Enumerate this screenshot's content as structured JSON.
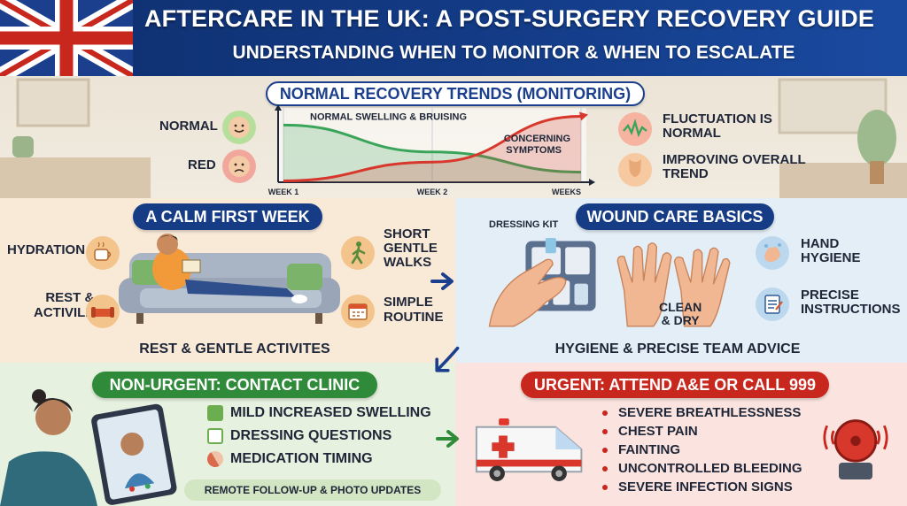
{
  "header": {
    "title": "AFTERCARE IN THE UK: A POST-SURGERY RECOVERY GUIDE",
    "subtitle": "UNDERSTANDING WHEN TO MONITOR & WHEN TO ESCALATE"
  },
  "trends": {
    "heading": "NORMAL RECOVERY TRENDS (MONITORING)",
    "legend_normal": "NORMAL",
    "legend_red": "RED",
    "series_normal_label": "NORMAL SWELLING & BRUISING",
    "series_red_label_line1": "CONCERNING",
    "series_red_label_line2": "SYMPTOMS",
    "ticks": [
      "WEEK 1",
      "WEEK 2",
      "WEEKS"
    ],
    "note1_line1": "FLUCTUATION IS",
    "note1_line2": "NORMAL",
    "note2_line1": "IMPROVING OVERALL",
    "note2_line2": "TREND",
    "colors": {
      "normal": "#3aa55a",
      "red": "#d8372c"
    }
  },
  "chart_data": {
    "type": "line",
    "x": [
      "WEEK 1",
      "WEEK 2",
      "WEEKS"
    ],
    "series": [
      {
        "name": "NORMAL SWELLING & BRUISING",
        "values": [
          0.85,
          0.45,
          0.15
        ]
      },
      {
        "name": "CONCERNING SYMPTOMS",
        "values": [
          0.02,
          0.3,
          0.98
        ]
      }
    ],
    "ylim": [
      0,
      1
    ]
  },
  "calm": {
    "title": "A CALM FIRST WEEK",
    "hydration": "HYDRATION",
    "rest_line1": "REST &",
    "rest_line2": "ACTIVILE",
    "walks_line1": "SHORT",
    "walks_line2": "GENTLE",
    "walks_line3": "WALKS",
    "routine_line1": "SIMPLE",
    "routine_line2": "ROUTINE",
    "caption": "REST & GENTLE ACTIVITES"
  },
  "wound": {
    "title": "WOUND CARE BASICS",
    "dressing_kit": "DRESSING KIT",
    "clean_line1": "CLEAN",
    "clean_line2": "& DRY",
    "hand_line1": "HAND",
    "hand_line2": "HYGIENE",
    "precise_line1": "PRECISE",
    "precise_line2": "INSTRUCTIONS",
    "caption": "HYGIENE & PRECISE TEAM ADVICE"
  },
  "nonurgent": {
    "title": "NON-URGENT: CONTACT CLINIC",
    "items": [
      "MILD INCREASED SWELLING",
      "DRESSING QUESTIONS",
      "MEDICATION TIMING"
    ],
    "footer": "REMOTE FOLLOW-UP & PHOTO UPDATES"
  },
  "urgent": {
    "title": "URGENT: ATTEND A&E OR CALL 999",
    "items": [
      "SEVERE BREATHLESSNESS",
      "CHEST PAIN",
      "FAINTING",
      "UNCONTROLLED BLEEDING",
      "SEVERE INFECTION SIGNS"
    ]
  }
}
